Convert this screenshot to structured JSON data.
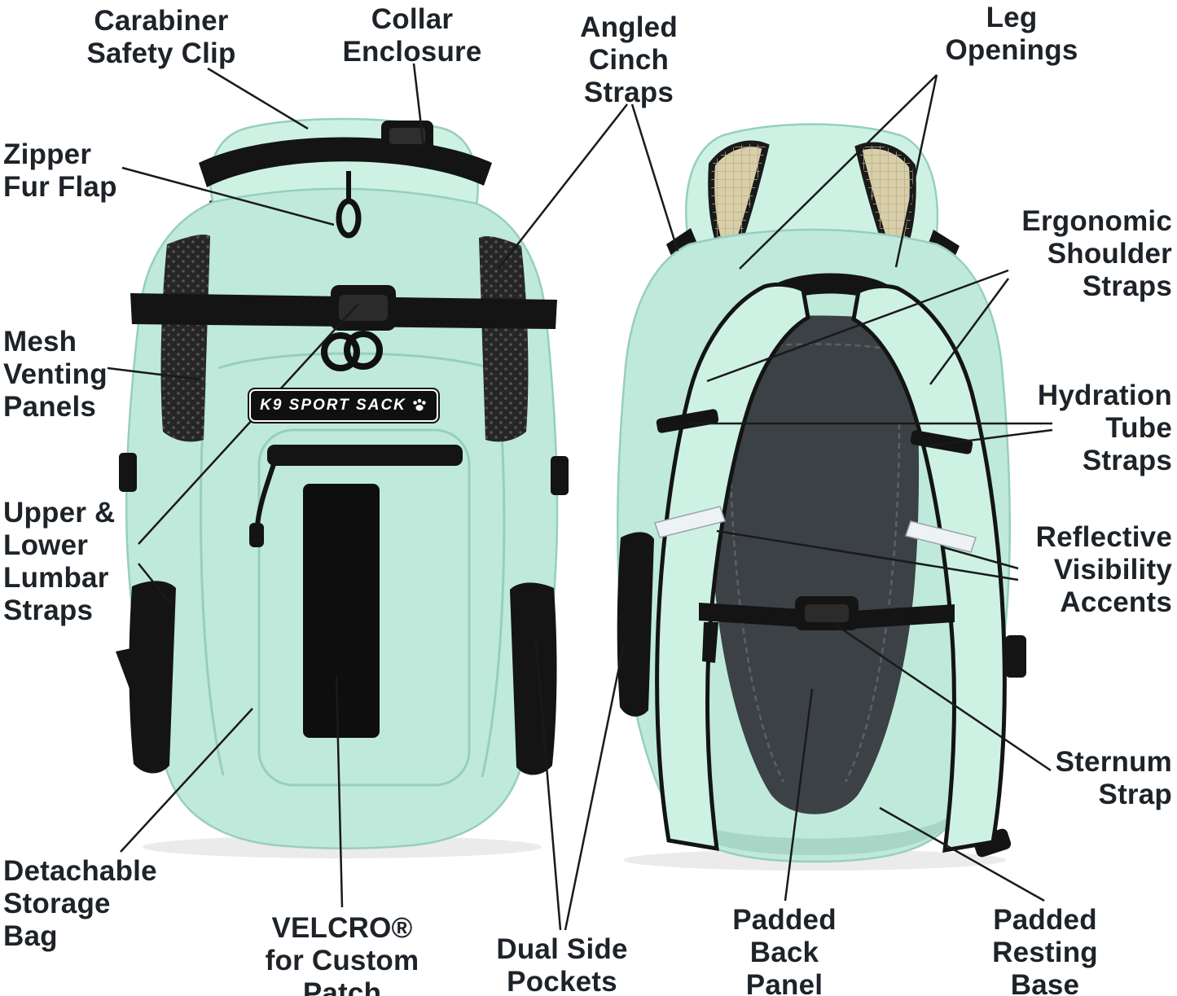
{
  "colors": {
    "background": "#ffffff",
    "bag": "#bfeadb",
    "baglight": "#cdf2e4",
    "seam": "#97cfbc",
    "strap": "#141414",
    "panel": "#3c4146",
    "mesh": "#262626",
    "legmesh": "#d8cfa9",
    "reflect": "#edf3f5",
    "text": "#1d2328"
  },
  "logo": {
    "text": "K9 SPORT SACK",
    "icon": "paw-icon"
  },
  "labels": {
    "carabiner": {
      "text": "Carabiner\nSafety Clip"
    },
    "collar": {
      "text": "Collar\nEnclosure"
    },
    "cinch": {
      "text": "Angled\nCinch\nStraps"
    },
    "leg": {
      "text": "Leg\nOpenings"
    },
    "zipper": {
      "text": "Zipper\nFur Flap"
    },
    "shoulder": {
      "text": "Ergonomic\nShoulder\nStraps"
    },
    "mesh": {
      "text": "Mesh\nVenting\nPanels"
    },
    "hydration": {
      "text": "Hydration\nTube\nStraps"
    },
    "lumbar": {
      "text": "Upper &\nLower\nLumbar\nStraps"
    },
    "reflective": {
      "text": "Reflective\nVisibility\nAccents"
    },
    "sternum": {
      "text": "Sternum\nStrap"
    },
    "storage": {
      "text": "Detachable\nStorage\nBag"
    },
    "velcro": {
      "text": "VELCRO®\nfor Custom\nPatch"
    },
    "pockets": {
      "text": "Dual Side\nPockets"
    },
    "backpanel": {
      "text": "Padded\nBack\nPanel"
    },
    "restbase": {
      "text": "Padded\nResting\nBase"
    }
  }
}
